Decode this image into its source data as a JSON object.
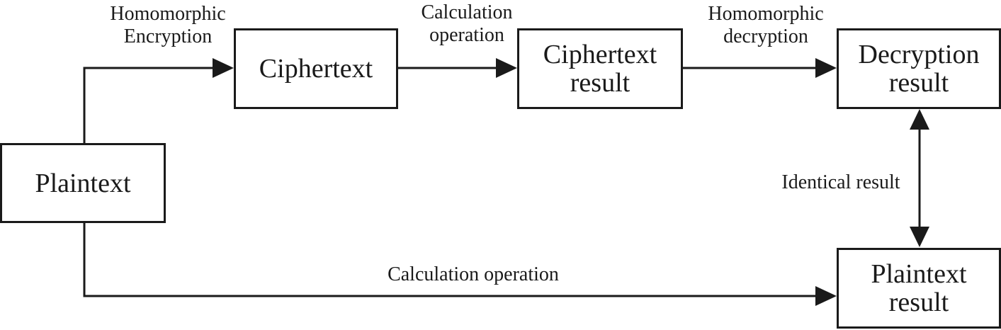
{
  "nodes": {
    "plaintext": "Plaintext",
    "ciphertext": "Ciphertext",
    "ciphertext_result": "Ciphertext\nresult",
    "decryption_result": "Decryption\nresult",
    "plaintext_result": "Plaintext\nresult"
  },
  "edges": {
    "homomorphic_encryption": "Homomorphic\nEncryption",
    "calculation_operation_top": "Calculation\noperation",
    "homomorphic_decryption": "Homomorphic\ndecryption",
    "identical_result": "Identical result",
    "calculation_operation_bottom": "Calculation operation"
  }
}
